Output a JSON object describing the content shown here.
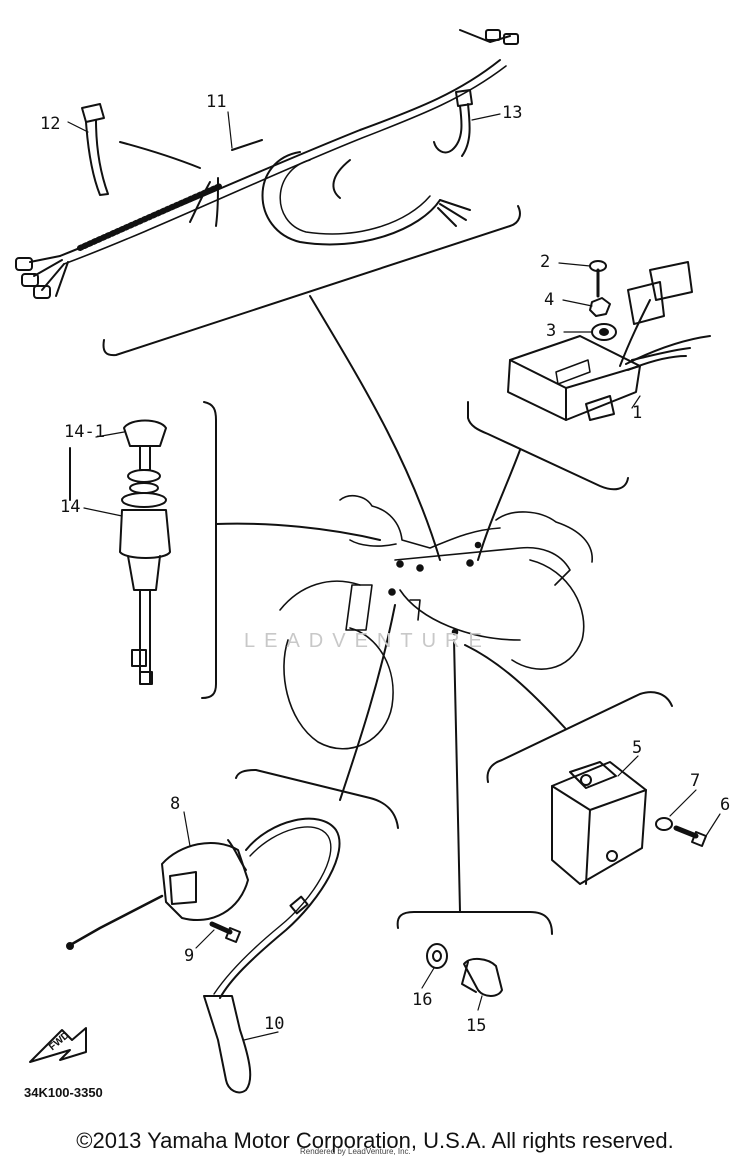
{
  "callouts": {
    "c1": "1",
    "c2": "2",
    "c3": "3",
    "c4": "4",
    "c5": "5",
    "c6": "6",
    "c7": "7",
    "c8": "8",
    "c9": "9",
    "c10": "10",
    "c11": "11",
    "c12": "12",
    "c13": "13",
    "c14": "14",
    "c14_1": "14-1",
    "c15": "15",
    "c16": "16"
  },
  "fwd_label": "FWD",
  "drawing_code": "34K100-3350",
  "watermark": "LEADVENTURE",
  "copyright": "©2013 Yamaha Motor Corporation, U.S.A. All rights reserved.",
  "rendered_by": "Rendered by LeadVenture, Inc.",
  "colors": {
    "ink": "#111111",
    "watermark": "#c8c8c8",
    "background": "#ffffff"
  }
}
